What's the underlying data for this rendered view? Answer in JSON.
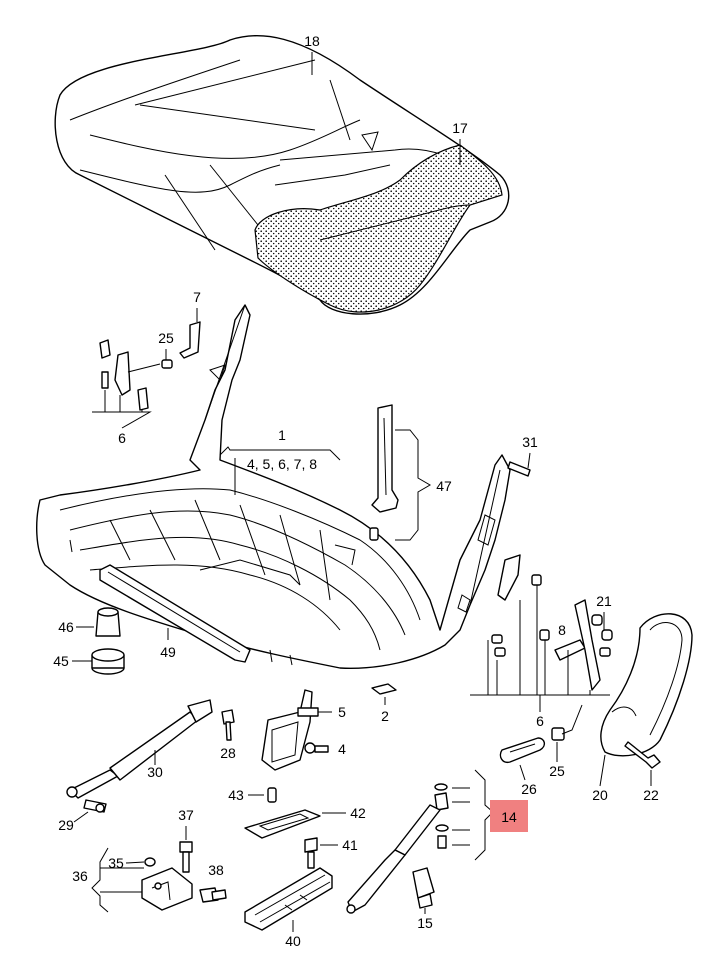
{
  "diagram": {
    "highlight_color": "#f08080",
    "callouts": {
      "c18": "18",
      "c17": "17",
      "c7": "7",
      "c25a": "25",
      "c6a": "6",
      "c1": "1",
      "c1sub": "4, 5, 6, 7, 8",
      "c47": "47",
      "c31": "31",
      "c21": "21",
      "c8": "8",
      "c6b": "6",
      "c46": "46",
      "c45": "45",
      "c49": "49",
      "c2": "2",
      "c5": "5",
      "c4": "4",
      "c28": "28",
      "c30": "30",
      "c26": "26",
      "c25b": "25",
      "c20": "20",
      "c22": "22",
      "c14": "14",
      "c43": "43",
      "c42": "42",
      "c29": "29",
      "c37": "37",
      "c41": "41",
      "c35": "35",
      "c36": "36",
      "c38": "38",
      "c40": "40",
      "c15": "15"
    }
  }
}
